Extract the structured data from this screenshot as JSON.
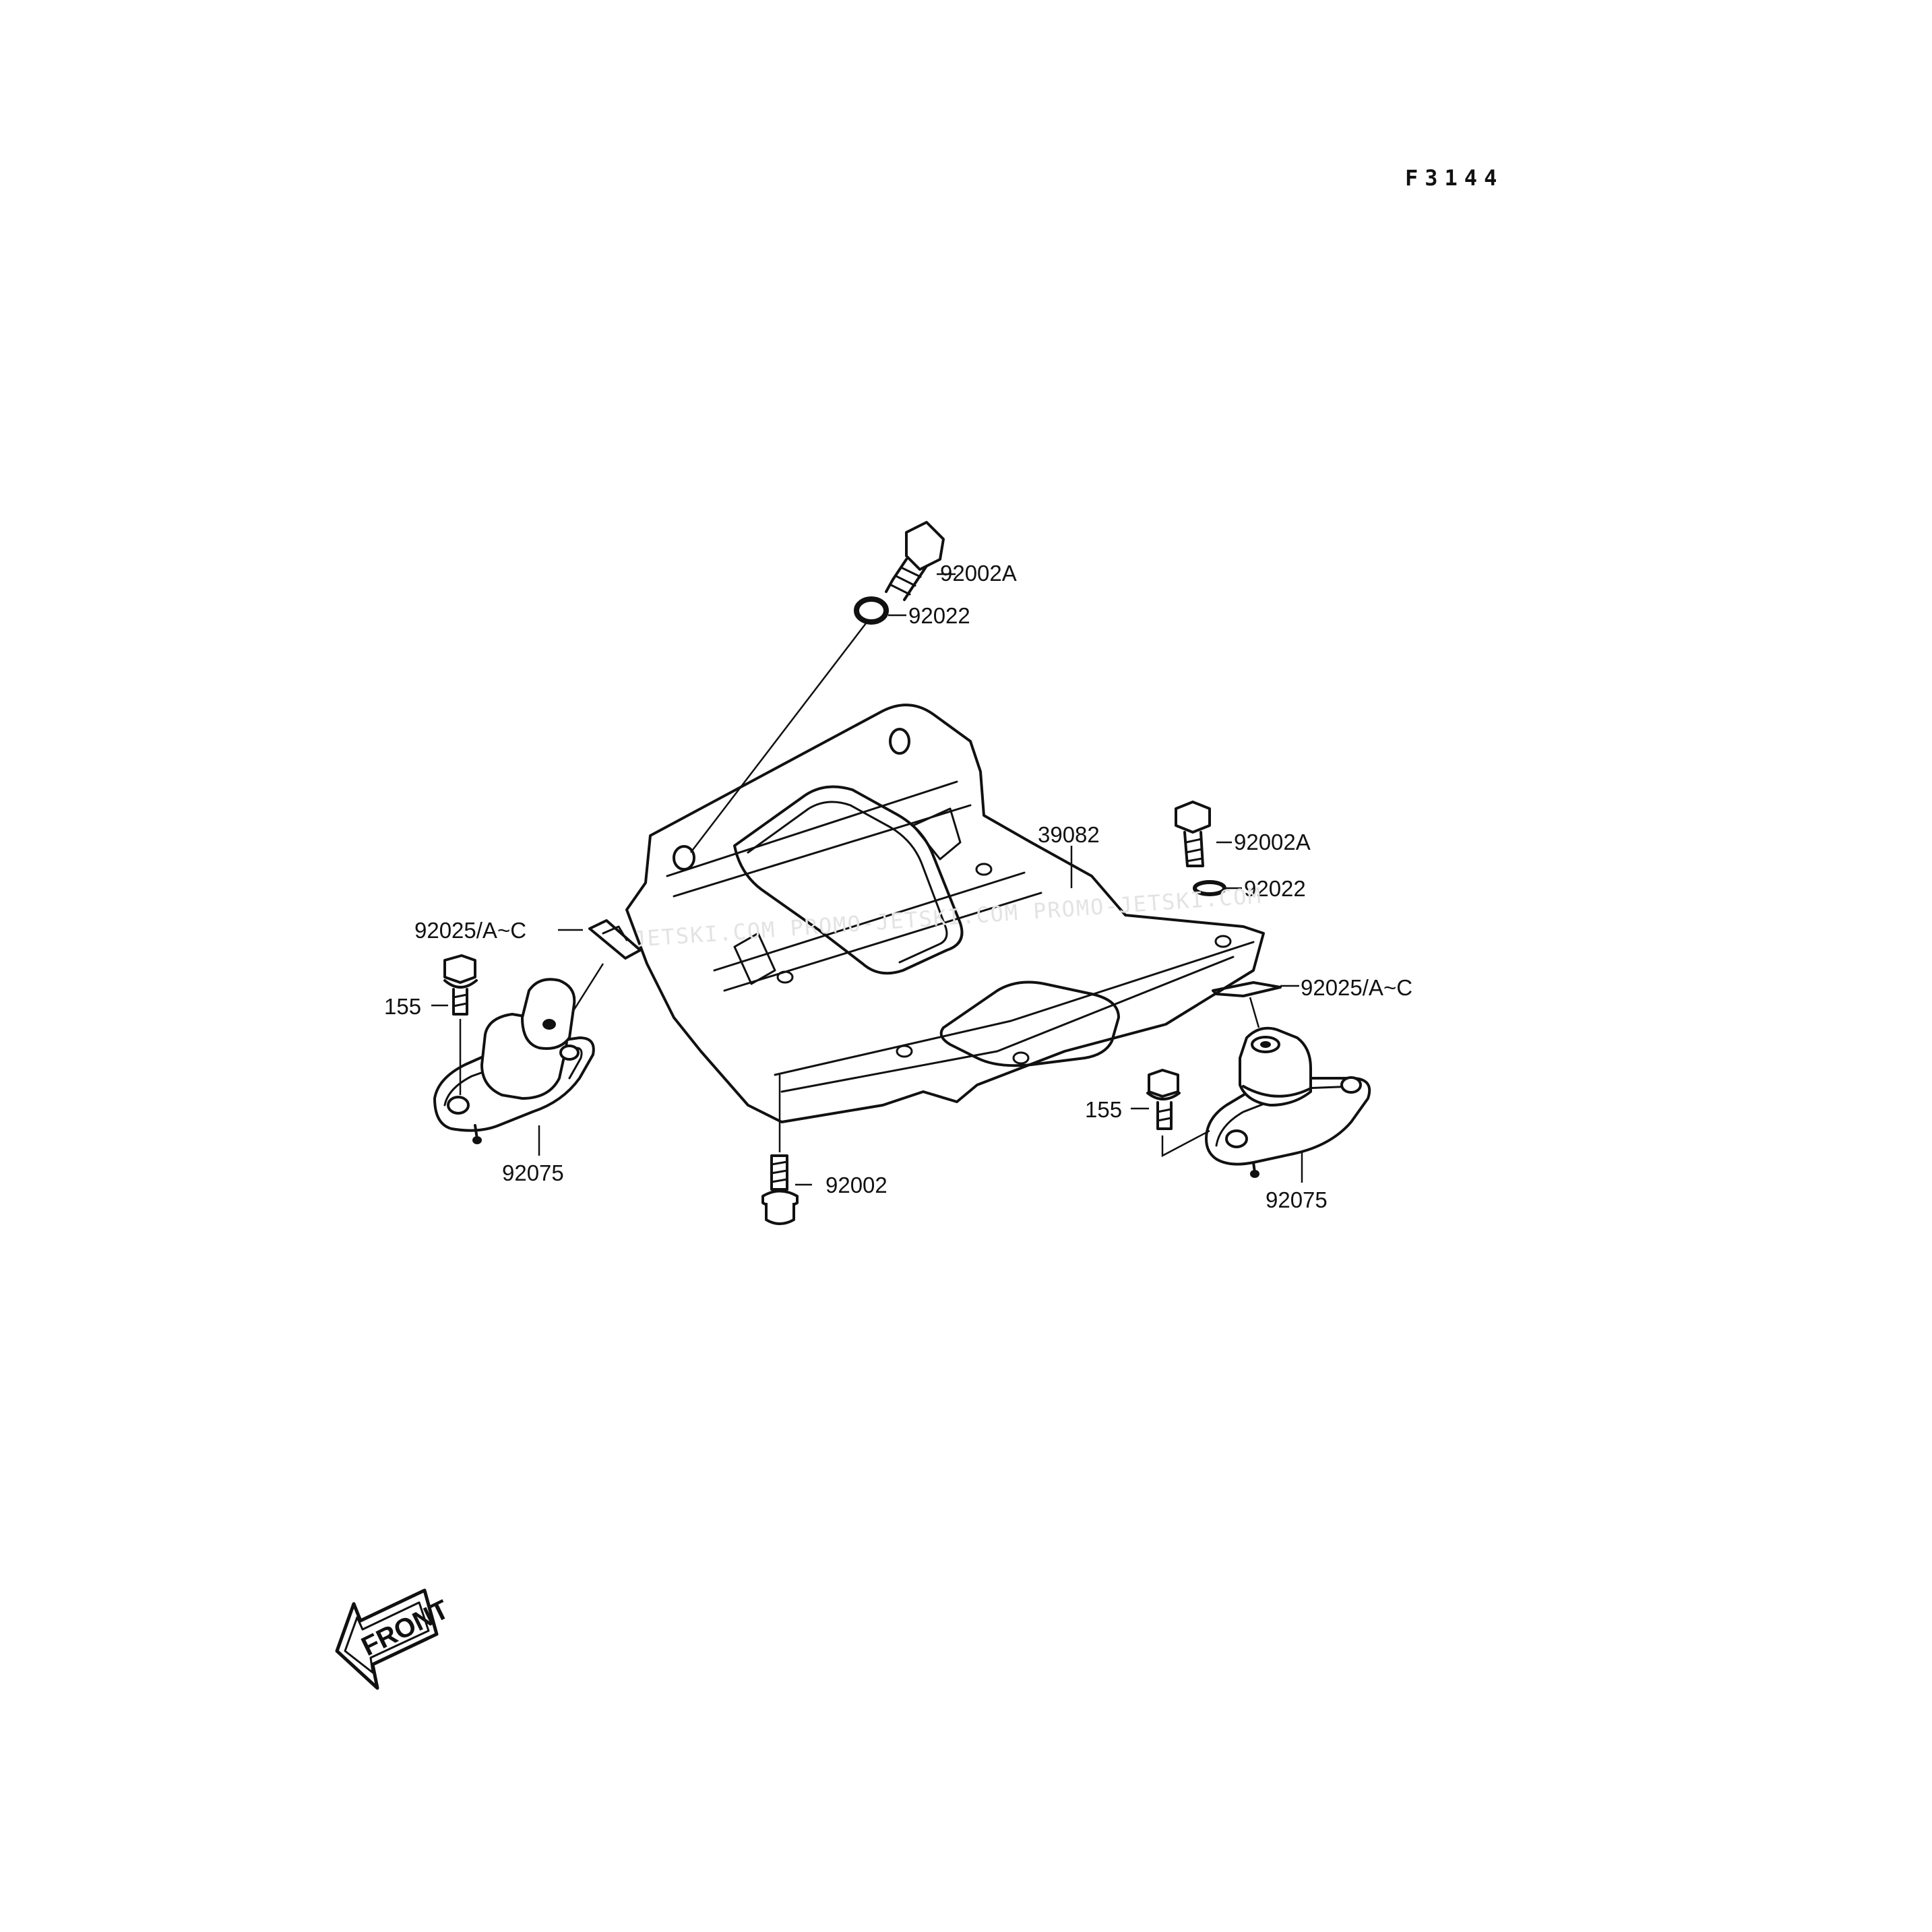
{
  "diagram_code": "F3144",
  "watermark": "JETSKI.COM   PROMO-JETSKI.COM   PROMO-JETSKI.COM",
  "front_label": "FRONT",
  "labels": {
    "bolt_top": "92002A",
    "washer_top": "92022",
    "bracket": "39082",
    "bolt_right": "92002A",
    "washer_right": "92022",
    "shim_left": "92025/A~C",
    "shim_right": "92025/A~C",
    "bolt_left_mount": "155",
    "bolt_right_mount": "155",
    "mount_left": "92075",
    "mount_right": "92075",
    "bolt_bottom": "92002"
  }
}
